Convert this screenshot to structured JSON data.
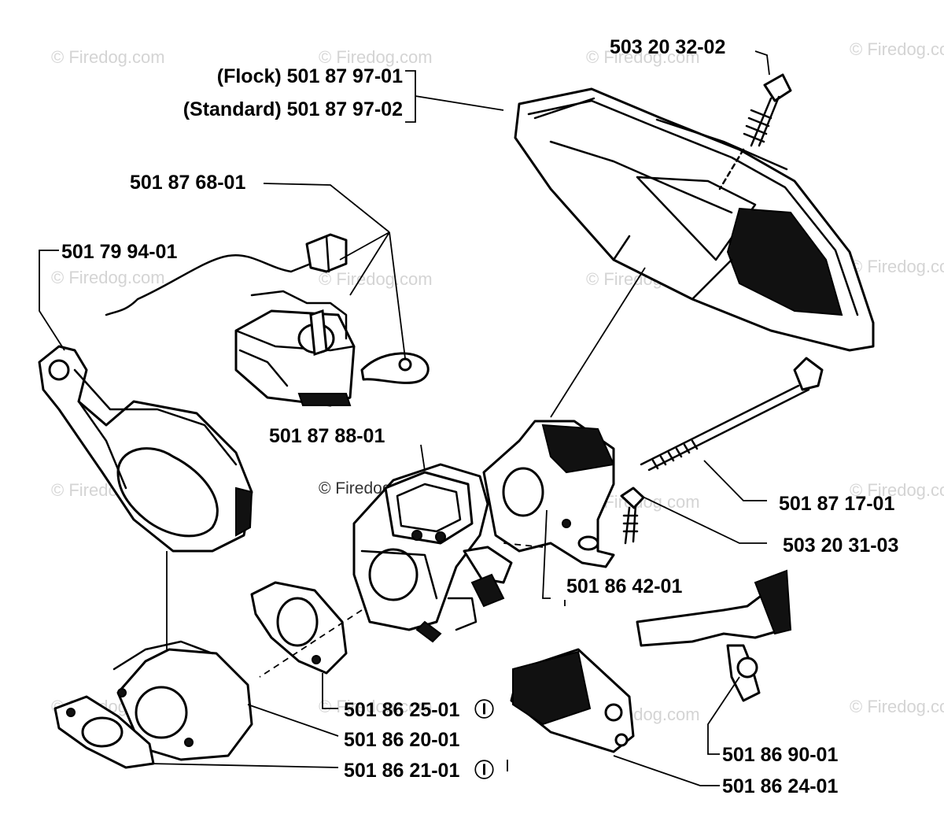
{
  "watermark": "© Firedog.com",
  "diagram_watermark": "© Firedog.com",
  "labels": {
    "cover_flock": "(Flock) 501 87 97-01",
    "cover_standard": "(Standard) 501 87 97-02",
    "screw_top": "503 20 32-02",
    "choke_link": "501 87 68-01",
    "lever_left": "501 79 94-01",
    "filter_holder": "501 87 88-01",
    "long_screw": "501 87 17-01",
    "small_screw": "503 20 31-03",
    "carb_gasket": "501 86 42-01",
    "gasket_mid": "501 86 25-01",
    "intake_block": "501 86 20-01",
    "gasket_low": "501 86 21-01",
    "throttle_lever": "501 86 90-01",
    "foam_filter": "501 86 24-01"
  },
  "kit_marks": {
    "gasket_mid": "Ⓘ",
    "gasket_low": "Ⓘ"
  }
}
